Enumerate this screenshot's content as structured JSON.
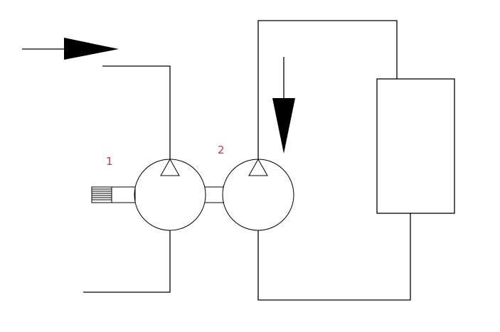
{
  "diagram": {
    "type": "hydraulic-circuit",
    "colors": {
      "line": "#000000",
      "label": "#c0394b",
      "background": "#ffffff"
    },
    "components": [
      {
        "id": "pump-1",
        "label": "1",
        "symbol": "circle-with-up-triangle",
        "shaft": "hatched-coupling-left"
      },
      {
        "id": "pump-2",
        "label": "2",
        "symbol": "circle-with-up-triangle"
      },
      {
        "id": "load-block",
        "label": "",
        "symbol": "rectangle"
      }
    ],
    "flow_arrows": [
      {
        "id": "inlet-arrow",
        "direction": "right"
      },
      {
        "id": "return-arrow",
        "direction": "down"
      }
    ]
  }
}
